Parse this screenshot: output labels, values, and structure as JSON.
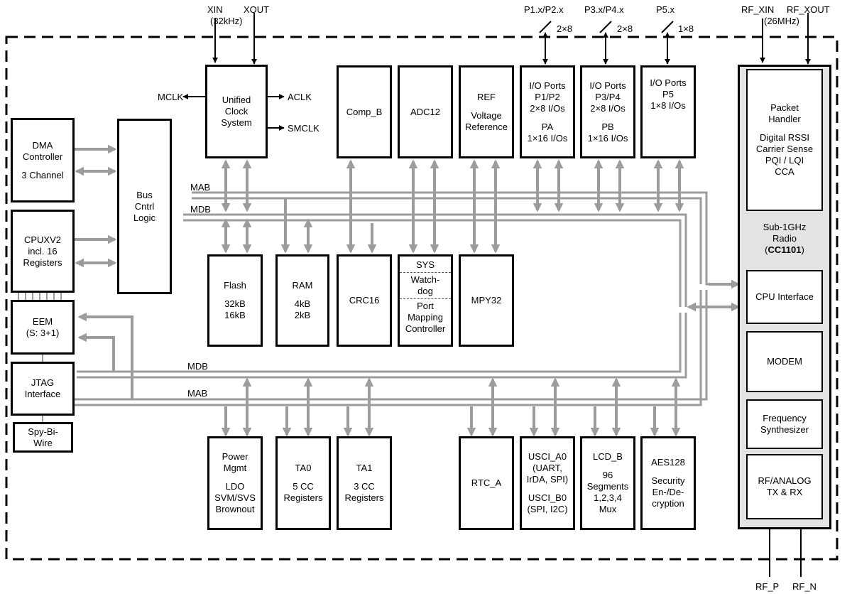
{
  "pins": {
    "xin": "XIN",
    "xout": "XOUT",
    "xtal_freq": "(32kHz)",
    "p12": "P1.x/P2.x",
    "p12_width": "2×8",
    "p34": "P3.x/P4.x",
    "p34_width": "2×8",
    "p5": "P5.x",
    "p5_width": "1×8",
    "rf_xin": "RF_XIN",
    "rf_xout": "RF_XOUT",
    "rf_freq": "(26MHz)",
    "rf_p": "RF_P",
    "rf_n": "RF_N"
  },
  "clock_outputs": {
    "mclk": "MCLK",
    "aclk": "ACLK",
    "smclk": "SMCLK"
  },
  "bus_labels": {
    "mab_top": "MAB",
    "mdb_top": "MDB",
    "mdb_bottom": "MDB",
    "mab_bottom": "MAB"
  },
  "blocks": {
    "clock": [
      "Unified",
      "Clock",
      "System"
    ],
    "dma": {
      "lines": [
        "DMA",
        "Controller"
      ],
      "sub": [
        "3 Channel"
      ]
    },
    "bus_ctrl": [
      "Bus",
      "Cntrl",
      "Logic"
    ],
    "cpu": [
      "CPUXV2",
      "incl. 16",
      "Registers"
    ],
    "eem": [
      "EEM",
      "(S: 3+1)"
    ],
    "jtag": [
      "JTAG",
      "Interface"
    ],
    "spybiwire": [
      "Spy-Bi-",
      "Wire"
    ],
    "comp_b": "Comp_B",
    "adc12": "ADC12",
    "ref": {
      "title": "REF",
      "sub": [
        "Voltage",
        "Reference"
      ]
    },
    "io12": {
      "title": [
        "I/O Ports",
        "P1/P2",
        "2×8 I/Os"
      ],
      "sub": [
        "PA",
        "1×16 I/Os"
      ]
    },
    "io34": {
      "title": [
        "I/O Ports",
        "P3/P4",
        "2×8 I/Os"
      ],
      "sub": [
        "PB",
        "1×16 I/Os"
      ]
    },
    "io5": {
      "title": [
        "I/O Ports",
        "P5",
        "1×8 I/Os"
      ]
    },
    "flash": {
      "title": "Flash",
      "sub": [
        "32kB",
        "16kB"
      ]
    },
    "ram": {
      "title": "RAM",
      "sub": [
        "4kB",
        "2kB"
      ]
    },
    "crc16": "CRC16",
    "sys": {
      "title": "SYS",
      "wdt": [
        "Watch-",
        "dog"
      ],
      "pmc": [
        "Port",
        "Mapping",
        "Controller"
      ]
    },
    "mpy32": "MPY32",
    "power": {
      "title": [
        "Power",
        "Mgmt"
      ],
      "sub": [
        "LDO",
        "SVM/SVS",
        "Brownout"
      ]
    },
    "ta0": {
      "title": "TA0",
      "sub": [
        "5 CC",
        "Registers"
      ]
    },
    "ta1": {
      "title": "TA1",
      "sub": [
        "3 CC",
        "Registers"
      ]
    },
    "rtc": "RTC_A",
    "usci": {
      "a0": [
        "USCI_A0",
        "(UART,",
        "IrDA, SPI)"
      ],
      "b0": [
        "USCI_B0",
        "(SPI, I2C)"
      ]
    },
    "lcd": {
      "title": "LCD_B",
      "sub": [
        "96",
        "Segments",
        "1,2,3,4",
        "Mux"
      ]
    },
    "aes": {
      "title": "AES128",
      "sub": [
        "Security",
        "En-/De-",
        "cryption"
      ]
    }
  },
  "radio": {
    "packet_handler": {
      "title": [
        "Packet",
        "Handler"
      ],
      "sub": [
        "Digital RSSI",
        "Carrier Sense",
        "PQI / LQI",
        "CCA"
      ]
    },
    "label": {
      "line1": "Sub-1GHz",
      "line2": "Radio",
      "open": "(",
      "part": "CC1101",
      "close": ")"
    },
    "cpu_if": "CPU Interface",
    "modem": "MODEM",
    "synth": [
      "Frequency",
      "Synthesizer"
    ],
    "rf_analog": [
      "RF/ANALOG",
      "TX & RX"
    ]
  }
}
